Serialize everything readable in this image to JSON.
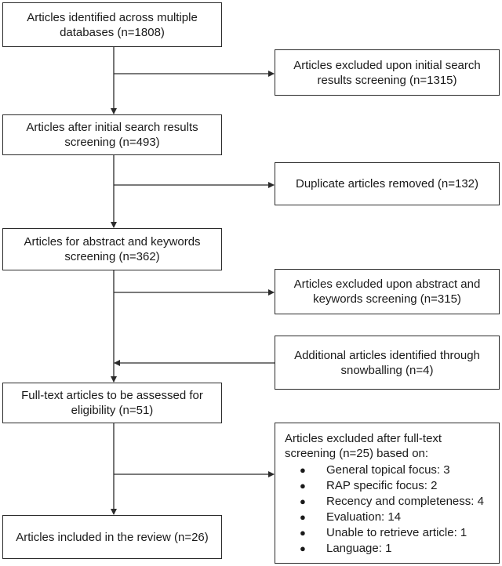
{
  "boxes": {
    "identified": "Articles identified across multiple databases (n=1808)",
    "excluded_initial": "Articles excluded upon initial search results screening (n=1315)",
    "after_initial": "Articles after initial search results screening (n=493)",
    "duplicates": "Duplicate articles removed (n=132)",
    "abstract_screening": "Articles for abstract and keywords screening (n=362)",
    "excluded_abstract": "Articles excluded upon abstract and keywords screening (n=315)",
    "snowballing": "Additional articles identified through snowballing (n=4)",
    "full_text": "Full-text articles to be assessed for eligibility (n=51)",
    "included": "Articles included in the review (n=26)",
    "excluded_fulltext": {
      "heading": "Articles excluded after full-text screening (n=25) based on:",
      "reasons": [
        "General topical focus: 3",
        "RAP specific focus: 2",
        "Recency and completeness: 4",
        "Evaluation: 14",
        "Unable to retrieve article: 1",
        "Language: 1"
      ]
    }
  }
}
